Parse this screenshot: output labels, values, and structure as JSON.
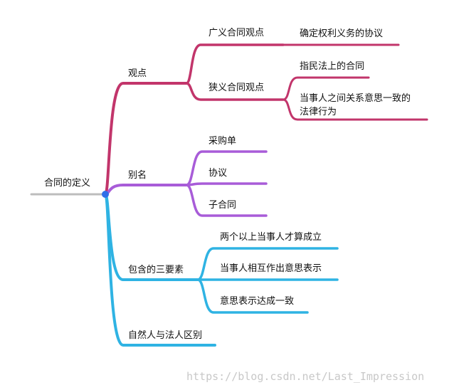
{
  "root": {
    "label": "合同的定义"
  },
  "branches": [
    {
      "label": "观点",
      "color": "#c2356b",
      "children": [
        {
          "label": "广义合同观点",
          "color": "#c2356b",
          "children": [
            {
              "label": [
                "确定权利义务的协议"
              ],
              "color": "#c2356b"
            }
          ]
        },
        {
          "label": "狭义合同观点",
          "color": "#c2356b",
          "children": [
            {
              "label": [
                "指民法上的合同"
              ],
              "color": "#c2356b"
            },
            {
              "label": [
                "当事人之间关系意思一致的",
                "法律行为"
              ],
              "color": "#c2356b"
            }
          ]
        }
      ]
    },
    {
      "label": "别名",
      "color": "#a85cd8",
      "children": [
        {
          "label": "采购单",
          "color": "#a85cd8"
        },
        {
          "label": "协议",
          "color": "#a85cd8"
        },
        {
          "label": "子合同",
          "color": "#a85cd8"
        }
      ]
    },
    {
      "label": "包含的三要素",
      "color": "#2fb3e3",
      "children": [
        {
          "label": "两个以上当事人才算成立",
          "color": "#2fb3e3"
        },
        {
          "label": "当事人相互作出意思表示",
          "color": "#2fb3e3"
        },
        {
          "label": "意思表示达成一致",
          "color": "#2fb3e3"
        }
      ]
    },
    {
      "label": "自然人与法人区别",
      "color": "#2fb3e3",
      "children": []
    }
  ],
  "colors": {
    "root_line": "#bdbdbd",
    "root_dot": "#2f6fe8"
  },
  "watermark": "https://blog.csdn.net/Last_Impression"
}
